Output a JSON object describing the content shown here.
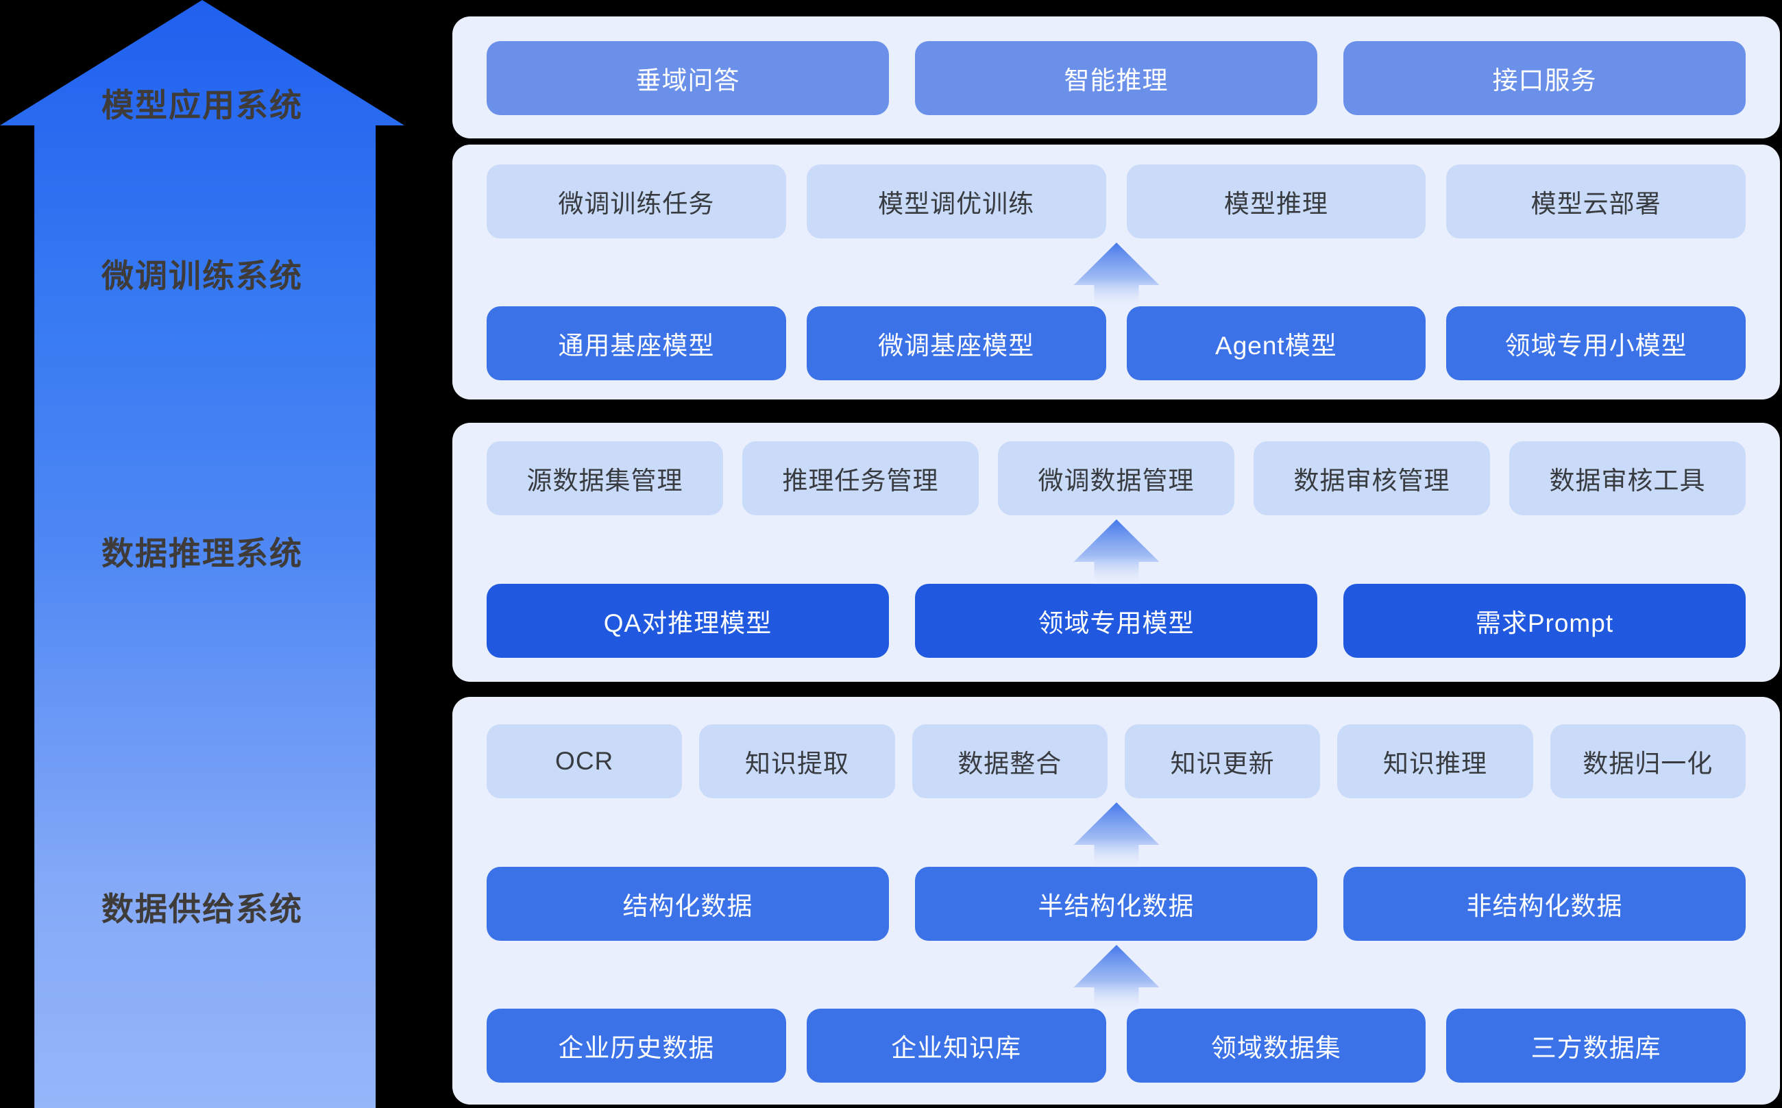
{
  "left_arrow": {
    "labels": [
      {
        "text": "模型应用系统"
      },
      {
        "text": "微调训练系统"
      },
      {
        "text": "数据推理系统"
      },
      {
        "text": "数据供给系统"
      }
    ],
    "gradient_top": "#2060EE",
    "gradient_bottom": "#95B6F9",
    "label_color": "#3F3B39"
  },
  "panels": [
    {
      "name": "model-application-system",
      "rows": [
        {
          "type": "nodes",
          "tone": "medium",
          "items": [
            "垂域问答",
            "智能推理",
            "接口服务"
          ]
        }
      ]
    },
    {
      "name": "fine-tuning-training-system",
      "rows": [
        {
          "type": "nodes",
          "tone": "light",
          "items": [
            "微调训练任务",
            "模型调优训练",
            "模型推理",
            "模型云部署"
          ]
        },
        {
          "type": "arrow"
        },
        {
          "type": "nodes",
          "tone": "strong",
          "items": [
            "通用基座模型",
            "微调基座模型",
            "Agent模型",
            "领域专用小模型"
          ]
        }
      ]
    },
    {
      "name": "data-inference-system",
      "rows": [
        {
          "type": "nodes",
          "tone": "light",
          "items": [
            "源数据集管理",
            "推理任务管理",
            "微调数据管理",
            "数据审核管理",
            "数据审核工具"
          ]
        },
        {
          "type": "arrow"
        },
        {
          "type": "nodes",
          "tone": "deep",
          "items": [
            "QA对推理模型",
            "领域专用模型",
            "需求Prompt"
          ]
        }
      ]
    },
    {
      "name": "data-supply-system",
      "rows": [
        {
          "type": "nodes",
          "tone": "light",
          "items": [
            "OCR",
            "知识提取",
            "数据整合",
            "知识更新",
            "知识推理",
            "数据归一化"
          ]
        },
        {
          "type": "arrow"
        },
        {
          "type": "nodes",
          "tone": "strong",
          "items": [
            "结构化数据",
            "半结构化数据",
            "非结构化数据"
          ]
        },
        {
          "type": "arrow"
        },
        {
          "type": "nodes",
          "tone": "strong",
          "items": [
            "企业历史数据",
            "企业知识库",
            "领域数据集",
            "三方数据库"
          ]
        }
      ]
    }
  ],
  "colors": {
    "background": "#000000",
    "panel_background": "#E9EFFC",
    "node_light": "#C9DBF8",
    "node_light_text": "#383B40",
    "node_medium_blue": "#6B90EA",
    "node_strong_blue": "#3B72E8",
    "node_deep_blue": "#2059DF",
    "node_text": "#FFFFFF",
    "up_arrow_top": "#4478EA"
  }
}
